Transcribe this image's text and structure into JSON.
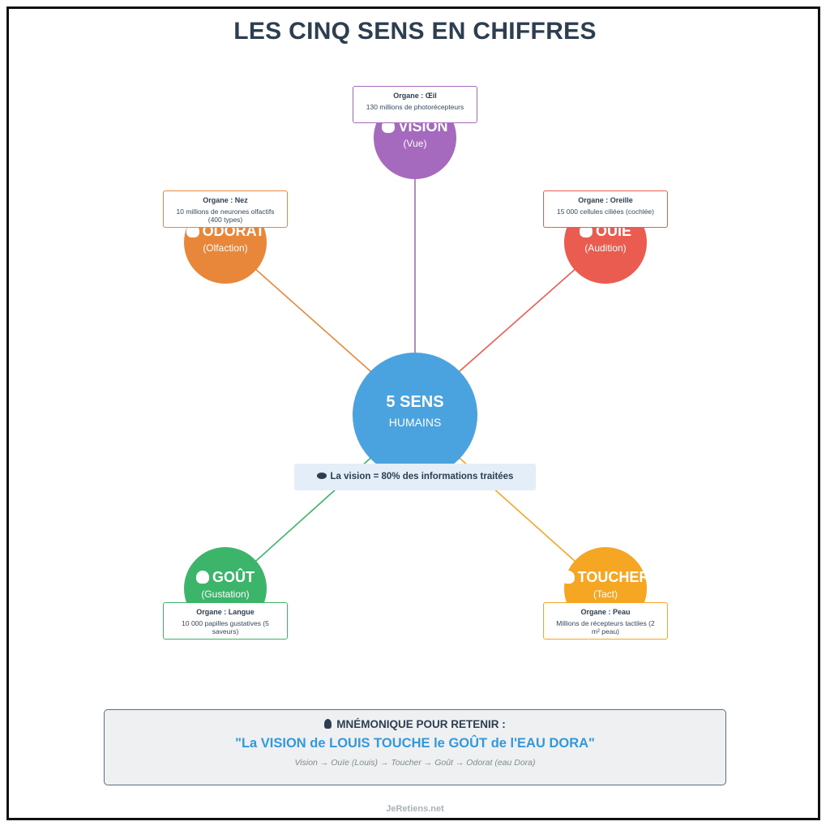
{
  "title": "LES CINQ SENS EN CHIFFRES",
  "center": {
    "label": "5 SENS",
    "sublabel": "HUMAINS"
  },
  "senses": [
    {
      "key": "vision",
      "name": "VISION",
      "sub": "(Vue)",
      "organ": "Organe : Œil",
      "detail": "130 millions de photorécepteurs",
      "color": "#a569bd"
    },
    {
      "key": "odorat",
      "name": "ODORAT",
      "sub": "(Olfaction)",
      "organ": "Organe : Nez",
      "detail": "10 millions de neurones olfactifs (400 types)",
      "color": "#e8873a"
    },
    {
      "key": "ouie",
      "name": "OUÏE",
      "sub": "(Audition)",
      "organ": "Organe : Oreille",
      "detail": "15 000 cellules ciliées (cochlée)",
      "color": "#ea5b50"
    },
    {
      "key": "gout",
      "name": "GOÛT",
      "sub": "(Gustation)",
      "organ": "Organe : Langue",
      "detail": "10 000 papilles gustatives (5 saveurs)",
      "color": "#3cb56b"
    },
    {
      "key": "toucher",
      "name": "TOUCHER",
      "sub": "(Tact)",
      "organ": "Organe : Peau",
      "detail": "Millions de récepteurs tactiles (2 m² peau)",
      "color": "#f5a623"
    }
  ],
  "note": "La vision = 80% des informations traitées",
  "mnemonic": {
    "title": "MNÉMONIQUE POUR RETENIR :",
    "phrase": "\"La VISION de LOUIS TOUCHE le GOÛT de l'EAU DORA\"",
    "order": "Vision → Ouïe (Louis) → Toucher → Goût → Odorat (eau Dora)"
  },
  "footer": "JeRetiens.net",
  "icons": {
    "note": "eye-icon",
    "mnemonic": "lightbulb-icon"
  }
}
